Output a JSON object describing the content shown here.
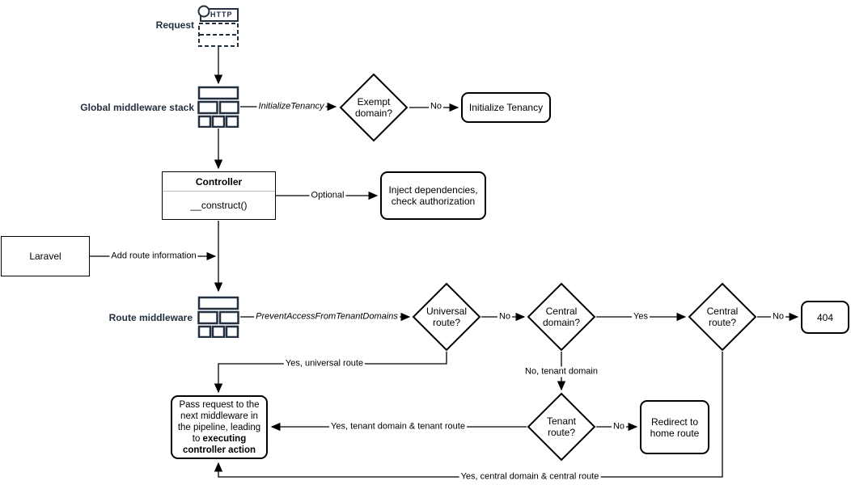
{
  "colors": {
    "accent_navy": "#233040",
    "shape_stroke": "#000000",
    "background": "#ffffff"
  },
  "labels": {
    "request": "Request",
    "global_middleware_stack": "Global middleware stack",
    "route_middleware": "Route middleware"
  },
  "icons": {
    "http_label": "HTTP",
    "request_icon": "http-request-icon",
    "middleware_icon": "middleware-stack-icon"
  },
  "nodes": {
    "exempt_domain": "Exempt domain?",
    "initialize_tenancy": "Initialize Tenancy",
    "controller_title": "Controller",
    "controller_method": "__construct()",
    "inject": "Inject dependencies, check authorization",
    "laravel": "Laravel",
    "universal_route": "Universal route?",
    "central_domain": "Central domain?",
    "central_route": "Central route?",
    "not_found": "404",
    "tenant_route": "Tenant route?",
    "redirect_home": "Redirect to home route",
    "pass_request_normal": "Pass request to the next middleware in the pipeline, leading to ",
    "pass_request_bold": "executing controller action"
  },
  "edges": {
    "initialize_tenancy_middleware": "InitializeTenancy",
    "exempt_no": "No",
    "optional": "Optional",
    "add_route_information": "Add route information",
    "prevent_access_middleware": "PreventAccessFromTenantDomains",
    "universal_no": "No",
    "central_domain_yes": "Yes",
    "central_route_no": "No",
    "yes_universal_route": "Yes, universal route",
    "no_tenant_domain": "No, tenant domain",
    "tenant_route_no": "No",
    "yes_tenant_domain_route": "Yes, tenant domain & tenant route",
    "yes_central_domain_route": "Yes, central domain & central route"
  }
}
